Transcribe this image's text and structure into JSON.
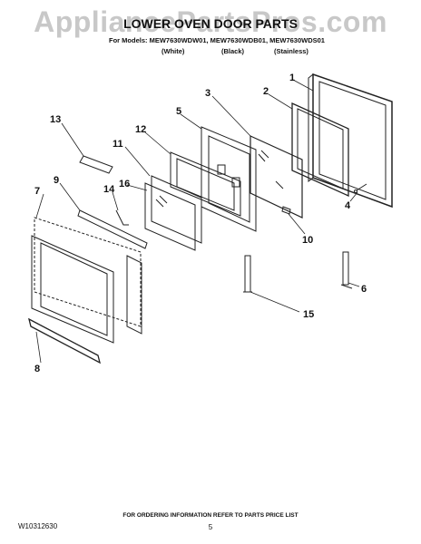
{
  "watermark": "AppliancePartsPros.com",
  "title": "LOWER OVEN DOOR PARTS",
  "models": "For Models: MEW7630WDW01, MEW7630WDB01, MEW7630WDS01",
  "variants": [
    "(White)",
    "(Black)",
    "(Stainless)"
  ],
  "callouts": [
    "1",
    "2",
    "3",
    "4",
    "5",
    "6",
    "7",
    "8",
    "9",
    "10",
    "11",
    "12",
    "13",
    "14",
    "15",
    "16"
  ],
  "footer": {
    "doc_number": "W10312630",
    "notice": "FOR ORDERING INFORMATION REFER TO PARTS PRICE LIST",
    "page": "5"
  }
}
